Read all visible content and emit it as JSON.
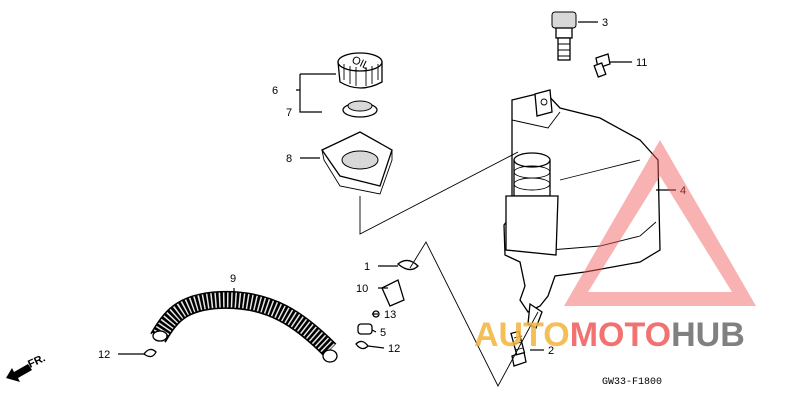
{
  "diagram": {
    "code": "GW33-F1800",
    "direction_label": "FR.",
    "cap_text": "OIL",
    "callouts": [
      {
        "id": "c1",
        "label": "1"
      },
      {
        "id": "c2",
        "label": "2"
      },
      {
        "id": "c3",
        "label": "3"
      },
      {
        "id": "c4",
        "label": "4"
      },
      {
        "id": "c5",
        "label": "5"
      },
      {
        "id": "c6",
        "label": "6"
      },
      {
        "id": "c7",
        "label": "7"
      },
      {
        "id": "c8",
        "label": "8"
      },
      {
        "id": "c9",
        "label": "9"
      },
      {
        "id": "c10",
        "label": "10"
      },
      {
        "id": "c11",
        "label": "11"
      },
      {
        "id": "c12a",
        "label": "12"
      },
      {
        "id": "c12b",
        "label": "12"
      },
      {
        "id": "c13",
        "label": "13"
      }
    ]
  },
  "watermark": {
    "part1": "AUTO",
    "part2": "MOTO",
    "part3": "HUB",
    "colors": {
      "auto": "#f4b43c",
      "moto": "#f05a5a",
      "hub": "#6b6b6b",
      "triangle": "#f05a5a"
    }
  }
}
